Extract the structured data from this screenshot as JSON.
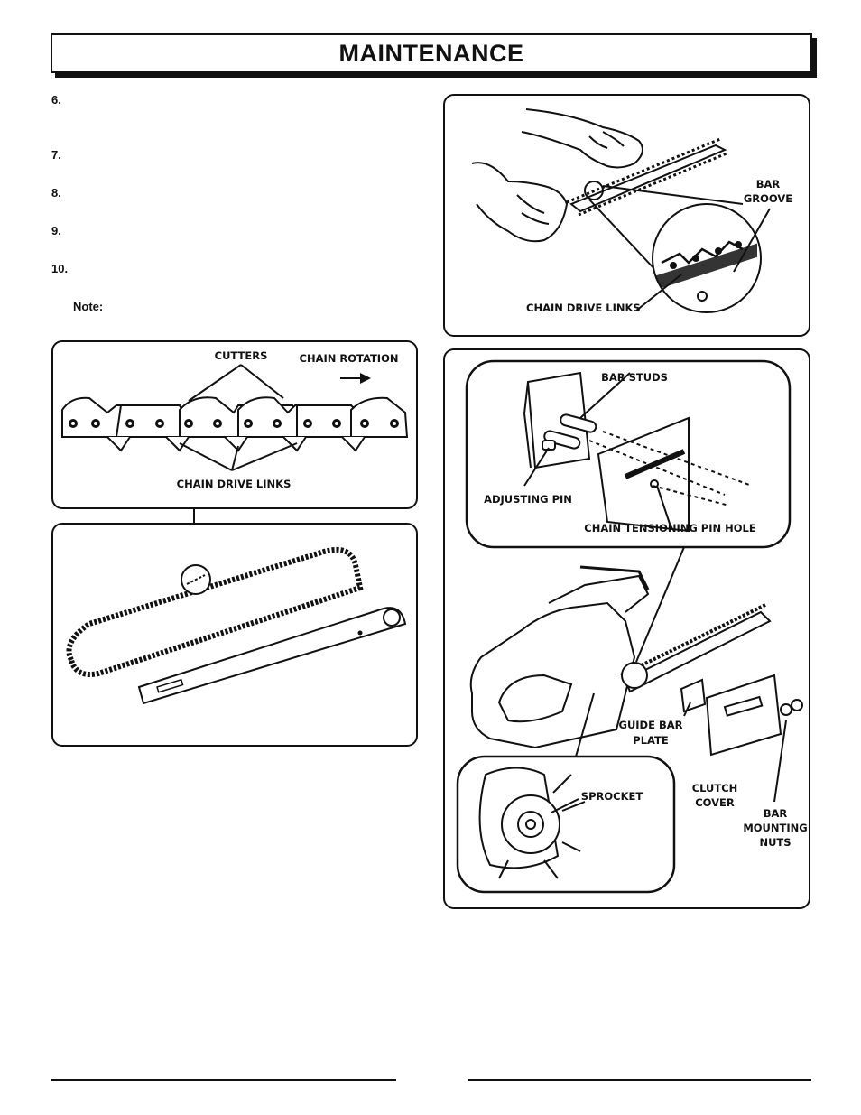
{
  "header": {
    "title": "MAINTENANCE"
  },
  "steps": [
    "6.",
    "7.",
    "8.",
    "9.",
    "10."
  ],
  "note_label": "Note:",
  "figures": {
    "bar_groove": {
      "bar_groove_label_1": "BAR",
      "bar_groove_label_2": "GROOVE",
      "chain_drive_links": "CHAIN DRIVE LINKS"
    },
    "chain_detail": {
      "cutters": "CUTTERS",
      "chain_rotation": "CHAIN ROTATION",
      "chain_drive_links": "CHAIN DRIVE LINKS"
    },
    "assembly": {
      "bar_studs": "BAR STUDS",
      "adjusting_pin": "ADJUSTING PIN",
      "chain_tensioning_pin_hole": "CHAIN TENSIONING PIN HOLE",
      "guide_bar_plate_1": "GUIDE BAR",
      "guide_bar_plate_2": "PLATE",
      "sprocket": "SPROCKET",
      "clutch_cover_1": "CLUTCH",
      "clutch_cover_2": "COVER",
      "bar_mounting_nuts_1": "BAR",
      "bar_mounting_nuts_2": "MOUNTING",
      "bar_mounting_nuts_3": "NUTS"
    }
  }
}
